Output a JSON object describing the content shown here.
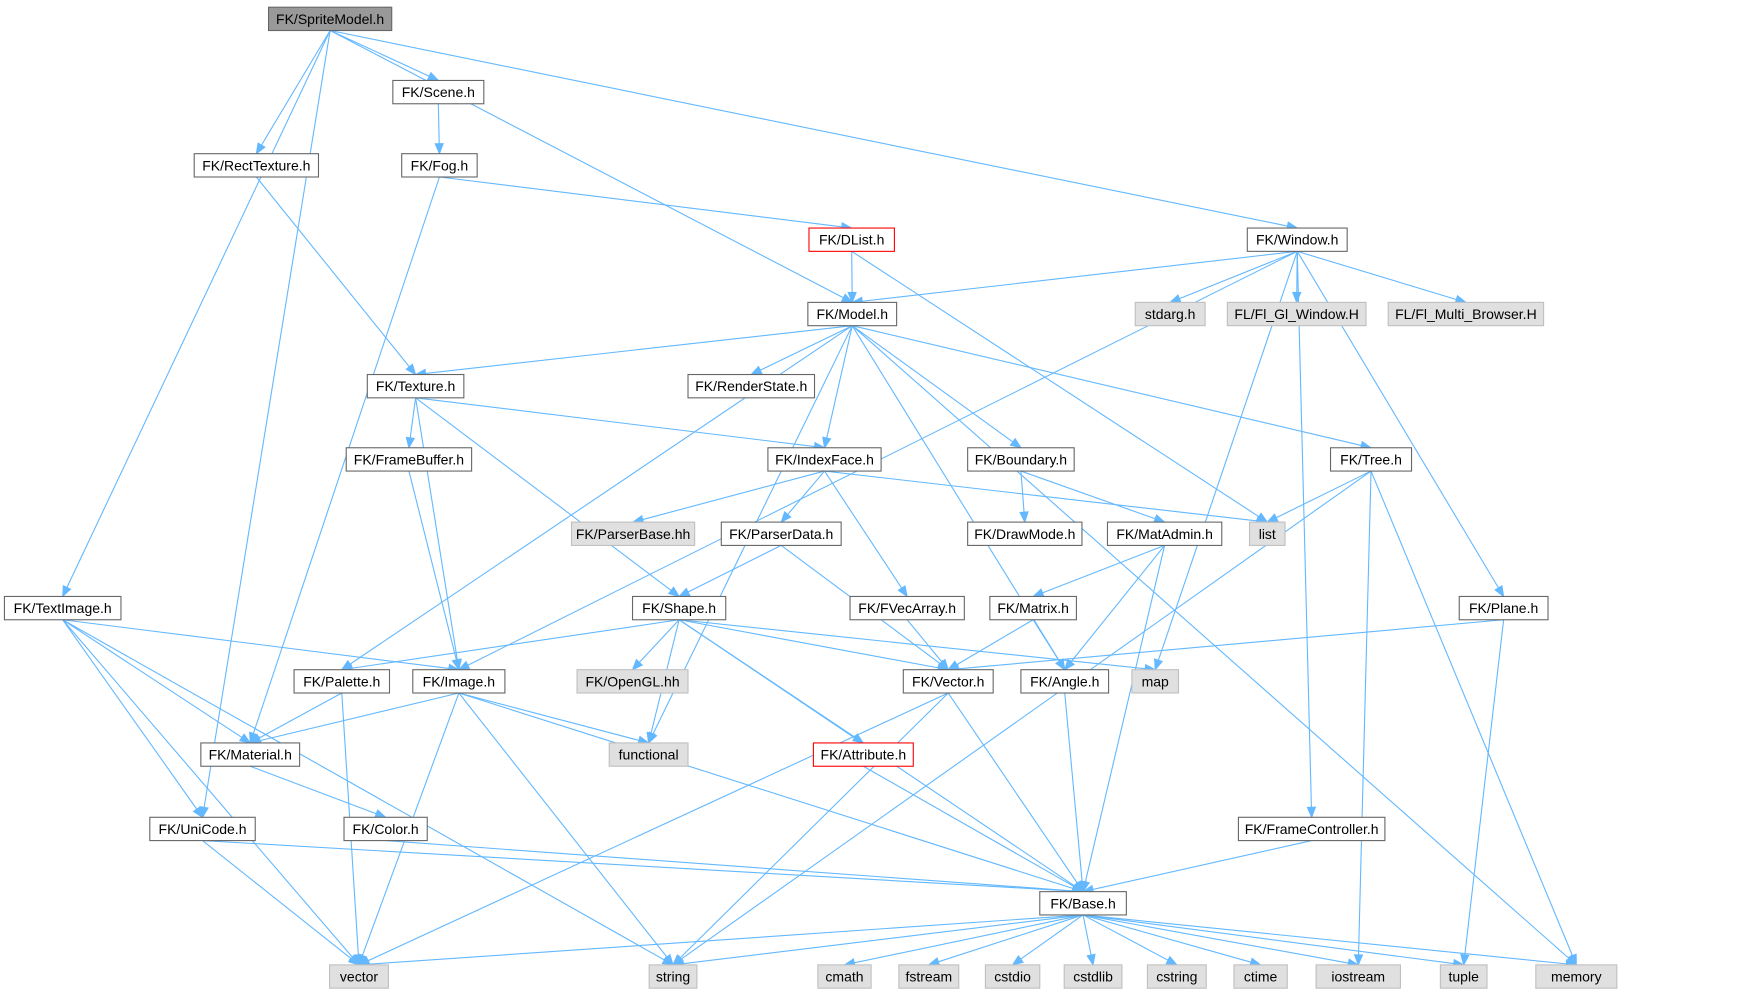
{
  "graph": {
    "colors": {
      "edge": "#63b8ff",
      "node_border": "#666666",
      "root_fill": "#999999",
      "system_fill": "#e0e0e0",
      "system_border": "#bfbfbf",
      "error_border": "#ff0000"
    },
    "nodes": [
      {
        "id": "spritemodel",
        "label": "FK/SpriteModel.h",
        "kind": "root"
      },
      {
        "id": "scene",
        "label": "FK/Scene.h",
        "kind": "header"
      },
      {
        "id": "recttexture",
        "label": "FK/RectTexture.h",
        "kind": "header"
      },
      {
        "id": "fog",
        "label": "FK/Fog.h",
        "kind": "header"
      },
      {
        "id": "dlist",
        "label": "FK/DList.h",
        "kind": "missing"
      },
      {
        "id": "window",
        "label": "FK/Window.h",
        "kind": "header"
      },
      {
        "id": "model",
        "label": "FK/Model.h",
        "kind": "header"
      },
      {
        "id": "stdarg",
        "label": "stdarg.h",
        "kind": "system"
      },
      {
        "id": "flglwindow",
        "label": "FL/Fl_Gl_Window.H",
        "kind": "system"
      },
      {
        "id": "flmulti",
        "label": "FL/Fl_Multi_Browser.H",
        "kind": "system"
      },
      {
        "id": "texture",
        "label": "FK/Texture.h",
        "kind": "header"
      },
      {
        "id": "renderstate",
        "label": "FK/RenderState.h",
        "kind": "header"
      },
      {
        "id": "framebuffer",
        "label": "FK/FrameBuffer.h",
        "kind": "header"
      },
      {
        "id": "indexface",
        "label": "FK/IndexFace.h",
        "kind": "header"
      },
      {
        "id": "boundary",
        "label": "FK/Boundary.h",
        "kind": "header"
      },
      {
        "id": "tree",
        "label": "FK/Tree.h",
        "kind": "header"
      },
      {
        "id": "parserbase",
        "label": "FK/ParserBase.hh",
        "kind": "system"
      },
      {
        "id": "parserdata",
        "label": "FK/ParserData.h",
        "kind": "header"
      },
      {
        "id": "drawmode",
        "label": "FK/DrawMode.h",
        "kind": "header"
      },
      {
        "id": "matadmin",
        "label": "FK/MatAdmin.h",
        "kind": "header"
      },
      {
        "id": "list",
        "label": "list",
        "kind": "system"
      },
      {
        "id": "textimage",
        "label": "FK/TextImage.h",
        "kind": "header"
      },
      {
        "id": "shape",
        "label": "FK/Shape.h",
        "kind": "header"
      },
      {
        "id": "fvecarray",
        "label": "FK/FVecArray.h",
        "kind": "header"
      },
      {
        "id": "matrix",
        "label": "FK/Matrix.h",
        "kind": "header"
      },
      {
        "id": "plane",
        "label": "FK/Plane.h",
        "kind": "header"
      },
      {
        "id": "palette",
        "label": "FK/Palette.h",
        "kind": "header"
      },
      {
        "id": "image",
        "label": "FK/Image.h",
        "kind": "header"
      },
      {
        "id": "opengl",
        "label": "FK/OpenGL.hh",
        "kind": "system"
      },
      {
        "id": "vector_h",
        "label": "FK/Vector.h",
        "kind": "header"
      },
      {
        "id": "angle",
        "label": "FK/Angle.h",
        "kind": "header"
      },
      {
        "id": "map",
        "label": "map",
        "kind": "system"
      },
      {
        "id": "material",
        "label": "FK/Material.h",
        "kind": "header"
      },
      {
        "id": "functional",
        "label": "functional",
        "kind": "system"
      },
      {
        "id": "attribute",
        "label": "FK/Attribute.h",
        "kind": "missing"
      },
      {
        "id": "unicode",
        "label": "FK/UniCode.h",
        "kind": "header"
      },
      {
        "id": "color",
        "label": "FK/Color.h",
        "kind": "header"
      },
      {
        "id": "framecontroller",
        "label": "FK/FrameController.h",
        "kind": "header"
      },
      {
        "id": "base",
        "label": "FK/Base.h",
        "kind": "header"
      },
      {
        "id": "vector",
        "label": "vector",
        "kind": "system"
      },
      {
        "id": "string",
        "label": "string",
        "kind": "system"
      },
      {
        "id": "cmath",
        "label": "cmath",
        "kind": "system"
      },
      {
        "id": "fstream",
        "label": "fstream",
        "kind": "system"
      },
      {
        "id": "cstdio",
        "label": "cstdio",
        "kind": "system"
      },
      {
        "id": "cstdlib",
        "label": "cstdlib",
        "kind": "system"
      },
      {
        "id": "cstring",
        "label": "cstring",
        "kind": "system"
      },
      {
        "id": "ctime",
        "label": "ctime",
        "kind": "system"
      },
      {
        "id": "iostream",
        "label": "iostream",
        "kind": "system"
      },
      {
        "id": "tuple",
        "label": "tuple",
        "kind": "system"
      },
      {
        "id": "memory",
        "label": "memory",
        "kind": "system"
      }
    ],
    "edges": [
      [
        "spritemodel",
        "scene"
      ],
      [
        "spritemodel",
        "recttexture"
      ],
      [
        "spritemodel",
        "textimage"
      ],
      [
        "spritemodel",
        "unicode"
      ],
      [
        "spritemodel",
        "model"
      ],
      [
        "spritemodel",
        "window"
      ],
      [
        "scene",
        "fog"
      ],
      [
        "fog",
        "dlist"
      ],
      [
        "fog",
        "material"
      ],
      [
        "recttexture",
        "texture"
      ],
      [
        "dlist",
        "model"
      ],
      [
        "dlist",
        "list"
      ],
      [
        "window",
        "model"
      ],
      [
        "window",
        "stdarg"
      ],
      [
        "window",
        "flglwindow"
      ],
      [
        "window",
        "flmulti"
      ],
      [
        "window",
        "image"
      ],
      [
        "window",
        "plane"
      ],
      [
        "window",
        "map"
      ],
      [
        "window",
        "framecontroller"
      ],
      [
        "model",
        "texture"
      ],
      [
        "model",
        "renderstate"
      ],
      [
        "model",
        "indexface"
      ],
      [
        "model",
        "boundary"
      ],
      [
        "model",
        "tree"
      ],
      [
        "model",
        "palette"
      ],
      [
        "model",
        "functional"
      ],
      [
        "model",
        "angle"
      ],
      [
        "model",
        "memory"
      ],
      [
        "texture",
        "framebuffer"
      ],
      [
        "texture",
        "indexface"
      ],
      [
        "texture",
        "shape"
      ],
      [
        "texture",
        "image"
      ],
      [
        "framebuffer",
        "image"
      ],
      [
        "indexface",
        "parserbase"
      ],
      [
        "indexface",
        "parserdata"
      ],
      [
        "indexface",
        "fvecarray"
      ],
      [
        "indexface",
        "list"
      ],
      [
        "boundary",
        "drawmode"
      ],
      [
        "boundary",
        "matadmin"
      ],
      [
        "tree",
        "list"
      ],
      [
        "tree",
        "string"
      ],
      [
        "tree",
        "iostream"
      ],
      [
        "tree",
        "memory"
      ],
      [
        "parserdata",
        "shape"
      ],
      [
        "parserdata",
        "vector_h"
      ],
      [
        "matadmin",
        "matrix"
      ],
      [
        "matadmin",
        "angle"
      ],
      [
        "matadmin",
        "base"
      ],
      [
        "textimage",
        "image"
      ],
      [
        "textimage",
        "material"
      ],
      [
        "textimage",
        "unicode"
      ],
      [
        "textimage",
        "vector"
      ],
      [
        "textimage",
        "string"
      ],
      [
        "shape",
        "palette"
      ],
      [
        "shape",
        "opengl"
      ],
      [
        "shape",
        "functional"
      ],
      [
        "shape",
        "vector_h"
      ],
      [
        "shape",
        "attribute"
      ],
      [
        "shape",
        "base"
      ],
      [
        "shape",
        "map"
      ],
      [
        "fvecarray",
        "vector_h"
      ],
      [
        "matrix",
        "vector_h"
      ],
      [
        "matrix",
        "angle"
      ],
      [
        "plane",
        "vector_h"
      ],
      [
        "plane",
        "tuple"
      ],
      [
        "palette",
        "material"
      ],
      [
        "palette",
        "vector"
      ],
      [
        "image",
        "material"
      ],
      [
        "image",
        "functional"
      ],
      [
        "image",
        "base"
      ],
      [
        "image",
        "vector"
      ],
      [
        "image",
        "string"
      ],
      [
        "vector_h",
        "base"
      ],
      [
        "vector_h",
        "vector"
      ],
      [
        "vector_h",
        "string"
      ],
      [
        "angle",
        "base"
      ],
      [
        "material",
        "color"
      ],
      [
        "attribute",
        "base"
      ],
      [
        "unicode",
        "base"
      ],
      [
        "unicode",
        "vector"
      ],
      [
        "color",
        "base"
      ],
      [
        "framecontroller",
        "base"
      ],
      [
        "base",
        "vector"
      ],
      [
        "base",
        "string"
      ],
      [
        "base",
        "cmath"
      ],
      [
        "base",
        "fstream"
      ],
      [
        "base",
        "cstdio"
      ],
      [
        "base",
        "cstdlib"
      ],
      [
        "base",
        "cstring"
      ],
      [
        "base",
        "ctime"
      ],
      [
        "base",
        "iostream"
      ],
      [
        "base",
        "tuple"
      ],
      [
        "base",
        "memory"
      ]
    ]
  }
}
